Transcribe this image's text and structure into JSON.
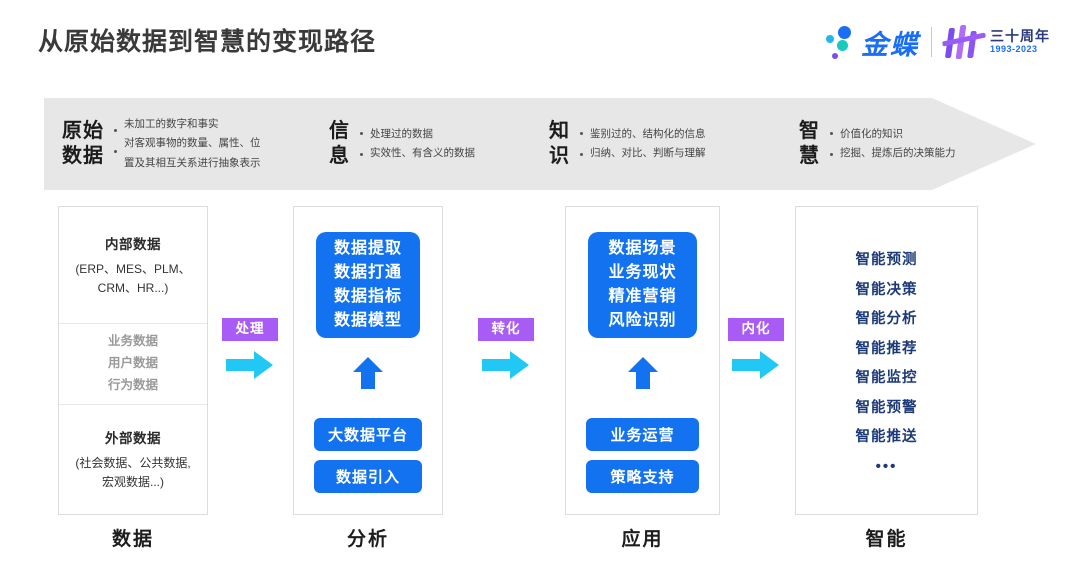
{
  "header": {
    "title": "从原始数据到智慧的变现路径",
    "logo": {
      "brand": "金蝶",
      "anniversary_title": "三十周年",
      "anniversary_years": "1993-2023"
    }
  },
  "banner": {
    "stages": [
      {
        "name": "原始\n数据",
        "name_line1": "原始",
        "name_line2": "数据",
        "bullets": [
          "未加工的数字和事实",
          "对客观事物的数量、属性、位",
          "置及其相互关系进行抽象表示"
        ],
        "bullet_count": 2
      },
      {
        "name_line1": "信",
        "name_line2": "息",
        "bullets": [
          "处理过的数据",
          "实效性、有含义的数据"
        ],
        "bullet_count": 2
      },
      {
        "name_line1": "知",
        "name_line2": "识",
        "bullets": [
          "鉴别过的、结构化的信息",
          "归纳、对比、判断与理解"
        ],
        "bullet_count": 2
      },
      {
        "name_line1": "智",
        "name_line2": "慧",
        "bullets": [
          "价值化的知识",
          "挖掘、提炼后的决策能力"
        ],
        "bullet_count": 2
      }
    ]
  },
  "columns": [
    {
      "bottom_label": "数据",
      "internal": {
        "title": "内部数据",
        "sub_line1": "(ERP、MES、PLM、",
        "sub_line2": "CRM、HR...)"
      },
      "middle": {
        "line1": "业务数据",
        "line2": "用户数据",
        "line3": "行为数据"
      },
      "external": {
        "title": "外部数据",
        "sub_line1": "(社会数据、公共数据,",
        "sub_line2": "宏观数据...)"
      }
    },
    {
      "bottom_label": "分析",
      "big_box": {
        "line1": "数据提取",
        "line2": "数据打通",
        "line3": "数据指标",
        "line4": "数据模型"
      },
      "small_box_1": "大数据平台",
      "small_box_2": "数据引入"
    },
    {
      "bottom_label": "应用",
      "big_box": {
        "line1": "数据场景",
        "line2": "业务现状",
        "line3": "精准营销",
        "line4": "风险识别"
      },
      "small_box_1": "业务运营",
      "small_box_2": "策略支持"
    },
    {
      "bottom_label": "智能",
      "smart_items": [
        "智能预测",
        "智能决策",
        "智能分析",
        "智能推荐",
        "智能监控",
        "智能预警",
        "智能推送"
      ],
      "ellipsis": "•••"
    }
  ],
  "connectors": [
    {
      "label": "处理"
    },
    {
      "label": "转化"
    },
    {
      "label": "内化"
    }
  ],
  "colors": {
    "primary_blue": "#1372f0",
    "accent_purple": "#a95cf5",
    "arrow_cyan": "#22c8f5",
    "banner_gray": "#e7e7e7",
    "navy": "#1c3a78"
  }
}
